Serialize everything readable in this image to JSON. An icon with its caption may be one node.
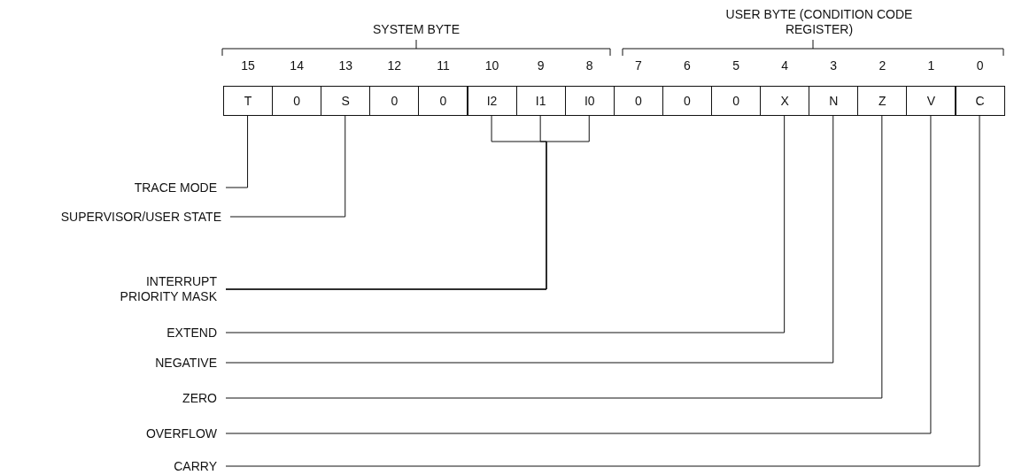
{
  "diagram": {
    "nodes": [
      {
        "text": [
          "T"
        ],
        "beside": [
          "15"
        ]
      },
      {
        "text": [
          "0"
        ],
        "beside": [
          "14"
        ]
      },
      {
        "text": [
          "S"
        ],
        "beside": [
          "13"
        ]
      },
      {
        "text": [
          "0"
        ],
        "beside": [
          "12"
        ]
      },
      {
        "text": [
          "0"
        ],
        "beside": [
          "11"
        ]
      },
      {
        "text": [
          "I2"
        ],
        "beside": [
          "10"
        ]
      },
      {
        "text": [
          "I1"
        ],
        "beside": [
          "9"
        ]
      },
      {
        "text": [
          "I0"
        ],
        "beside": [
          "8"
        ]
      },
      {
        "text": [
          "0"
        ],
        "beside": [
          "7"
        ]
      },
      {
        "text": [
          "0"
        ],
        "beside": [
          "6"
        ]
      },
      {
        "text": [
          "0"
        ],
        "beside": [
          "5"
        ]
      },
      {
        "text": [
          "X"
        ],
        "beside": [
          "4"
        ]
      },
      {
        "text": [
          "N"
        ],
        "beside": [
          "3"
        ]
      },
      {
        "text": [
          "Z"
        ],
        "beside": [
          "2"
        ]
      },
      {
        "text": [
          "V"
        ],
        "beside": [
          "1"
        ]
      },
      {
        "text": [
          "C"
        ],
        "beside": [
          "0"
        ]
      },
      {
        "text": [
          "TRACE MODE"
        ]
      },
      {
        "text": [
          "SUPERVISOR/USER STATE"
        ]
      },
      {
        "text": [
          "INTERRUPT PRIORITY MASK"
        ]
      },
      {
        "text": [
          "EXTEND"
        ]
      },
      {
        "text": [
          "NEGATIVE"
        ]
      },
      {
        "text": [
          "ZERO"
        ]
      },
      {
        "text": [
          "OVERFLOW"
        ]
      },
      {
        "text": [
          "CARRY"
        ]
      }
    ],
    "edges": [
      {
        "from": 16,
        "to": 0,
        "arrow": "none"
      },
      {
        "from": 17,
        "to": 2,
        "arrow": "none"
      },
      {
        "from": 18,
        "to": 5,
        "arrow": "none"
      },
      {
        "from": 18,
        "to": 6,
        "arrow": "none"
      },
      {
        "from": 18,
        "to": 7,
        "arrow": "none"
      },
      {
        "from": 19,
        "to": 11,
        "arrow": "none"
      },
      {
        "from": 20,
        "to": 12,
        "arrow": "none"
      },
      {
        "from": 21,
        "to": 13,
        "arrow": "none"
      },
      {
        "from": 22,
        "to": 14,
        "arrow": "none"
      },
      {
        "from": 23,
        "to": 15,
        "arrow": "none"
      }
    ],
    "labels": [
      "SYSTEM BYTE",
      "USER BYTE (CONDITION CODE REGISTER)"
    ]
  }
}
